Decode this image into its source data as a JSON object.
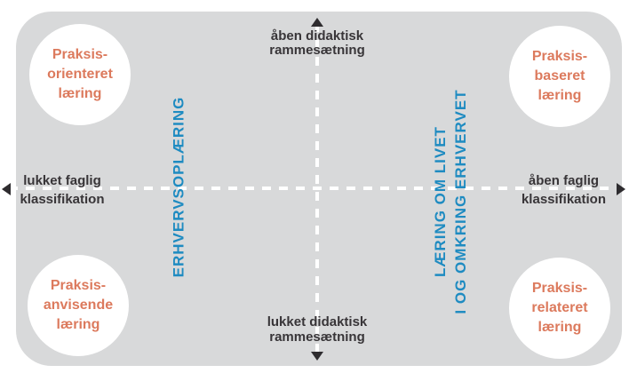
{
  "colors": {
    "panel_background": "#d8d9da",
    "circle_background": "#ffffff",
    "circle_text": "#dc7a5d",
    "axis_dash": "#ffffff",
    "axis_label_text": "#383538",
    "dimension_label_text": "#1e8bc1",
    "arrow": "#2e2c2f"
  },
  "circles": [
    {
      "position": "top-left",
      "line1": "Praksis-",
      "line2": "orienteret",
      "line3": "læring"
    },
    {
      "position": "top-right",
      "line1": "Praksis-",
      "line2": "baseret",
      "line3": "læring"
    },
    {
      "position": "bottom-left",
      "line1": "Praksis-",
      "line2": "anvisende",
      "line3": "læring"
    },
    {
      "position": "bottom-right",
      "line1": "Praksis-",
      "line2": "relateret",
      "line3": "læring"
    }
  ],
  "axis_labels": {
    "top": {
      "line1": "åben didaktisk",
      "line2": "rammesætning"
    },
    "bottom": {
      "line1": "lukket didaktisk",
      "line2": "rammesætning"
    },
    "left": {
      "line1": "lukket faglig",
      "line2": "klassifikation"
    },
    "right": {
      "line1": "åben faglig",
      "line2": "klassifikation"
    }
  },
  "dimension_labels": {
    "left_vertical": "ERHVERVSOPLÆRING",
    "right_vertical_line1": "LÆRING OM LIVET",
    "right_vertical_line2": "I OG OMKRING ERHVERVET"
  }
}
